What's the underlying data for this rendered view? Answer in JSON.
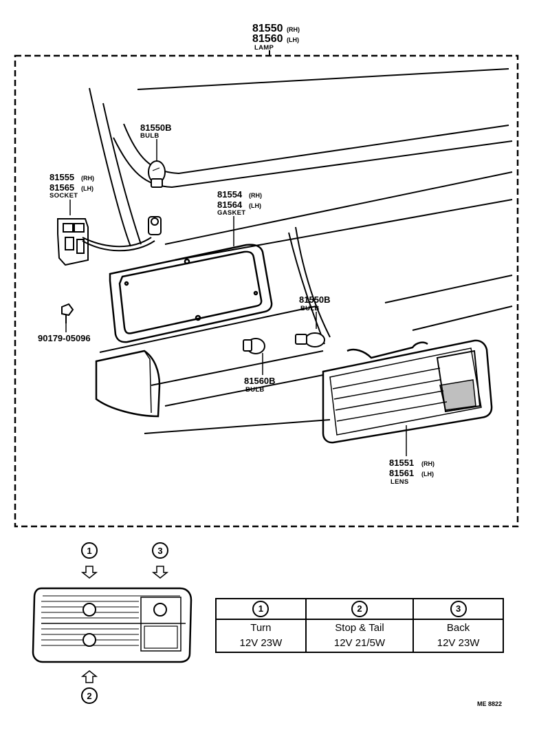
{
  "lamp": {
    "code_rh": "81550",
    "suffix_rh": "(RH)",
    "code_lh": "81560",
    "suffix_lh": "(LH)",
    "name": "LAMP"
  },
  "bulb_top": {
    "code": "81550B",
    "name": "BULB"
  },
  "socket": {
    "code_rh": "81555",
    "suffix_rh": "(RH)",
    "code_lh": "81565",
    "suffix_lh": "(LH)",
    "name": "SOCKET"
  },
  "gasket": {
    "code_rh": "81554",
    "suffix_rh": "(RH)",
    "code_lh": "81564",
    "suffix_lh": "(LH)",
    "name": "GASKET"
  },
  "bulb_right": {
    "code": "81550B",
    "name": "BULB"
  },
  "bulb_bottom": {
    "code": "81560B",
    "name": "BULB"
  },
  "screw": {
    "code": "90179-05096"
  },
  "lens": {
    "code_rh": "81551",
    "suffix_rh": "(RH)",
    "code_lh": "81561",
    "suffix_lh": "(LH)",
    "name": "LENS"
  },
  "position_markers": {
    "m1": "1",
    "m2": "2",
    "m3": "3"
  },
  "bulb_table": {
    "columns": [
      {
        "num": "1",
        "function": "Turn",
        "spec": "12V 23W"
      },
      {
        "num": "2",
        "function": "Stop & Tail",
        "spec": "12V 21/5W"
      },
      {
        "num": "3",
        "function": "Back",
        "spec": "12V 23W"
      }
    ]
  },
  "ref_code": "ME 8822"
}
